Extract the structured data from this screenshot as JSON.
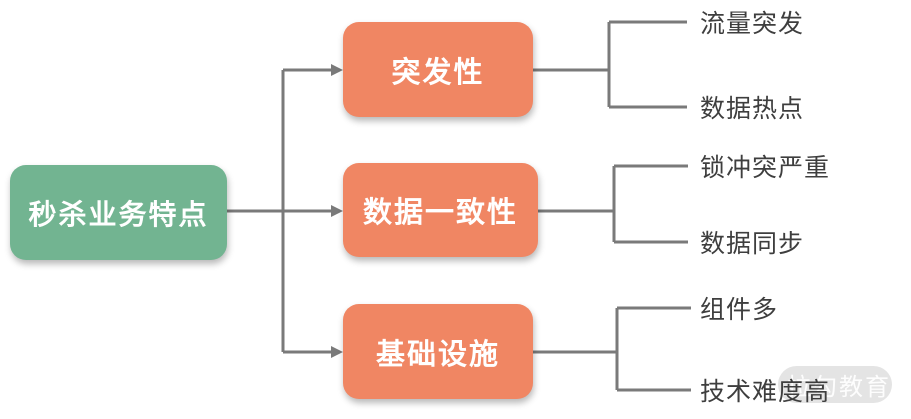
{
  "root": {
    "label": "秒杀业务特点"
  },
  "branches": [
    {
      "label": "突发性",
      "children": [
        "流量突发",
        "数据热点"
      ]
    },
    {
      "label": "数据一致性",
      "children": [
        "锁冲突严重",
        "数据同步"
      ]
    },
    {
      "label": "基础设施",
      "children": [
        "组件多",
        "技术难度高"
      ]
    }
  ],
  "watermark": {
    "text": "拉勾教育"
  },
  "colors": {
    "root_node": "#72B491",
    "branch_node": "#F08663",
    "connector_line": "#7a7a7a",
    "leaf_text": "#3e3e3e",
    "node_text": "#ffffff",
    "watermark_bg": "#e4e4e4"
  }
}
